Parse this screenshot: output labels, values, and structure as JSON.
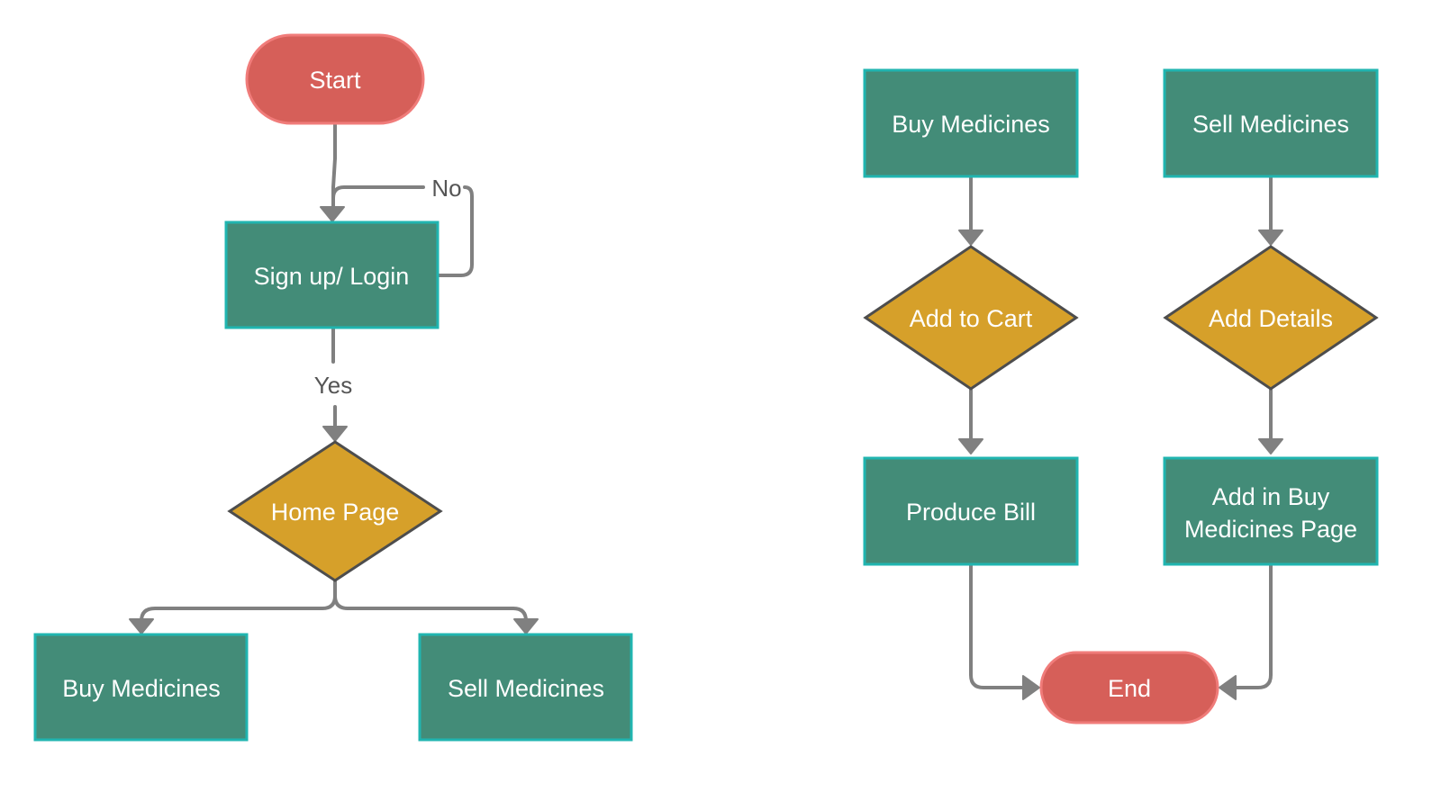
{
  "colors": {
    "terminal_fill": "#d65f59",
    "terminal_stroke": "#f07c7a",
    "process_fill": "#438c78",
    "process_stroke": "#20b5b0",
    "decision_fill": "#d6a02a",
    "decision_stroke": "#4d4d4d",
    "connector": "#808080",
    "node_text": "#ffffff",
    "edge_label_text": "#555555"
  },
  "left_flow": {
    "start": {
      "label": "Start"
    },
    "signup_login": {
      "label": "Sign up/ Login"
    },
    "no_label": "No",
    "yes_label": "Yes",
    "home_page": {
      "label": "Home Page"
    },
    "buy_medicines": {
      "label": "Buy Medicines"
    },
    "sell_medicines": {
      "label": "Sell Medicines"
    }
  },
  "right_flow": {
    "buy_medicines": {
      "label": "Buy Medicines"
    },
    "sell_medicines": {
      "label": "Sell Medicines"
    },
    "add_to_cart": {
      "label": "Add to Cart"
    },
    "add_details": {
      "label": "Add Details"
    },
    "produce_bill": {
      "label": "Produce Bill"
    },
    "add_in_buy_page": {
      "line1": "Add in Buy",
      "line2": "Medicines Page"
    },
    "end": {
      "label": "End"
    }
  }
}
